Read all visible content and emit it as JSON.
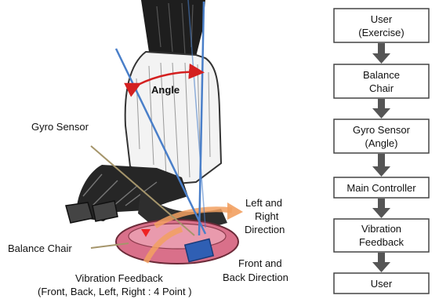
{
  "illustration": {
    "angle_label": "Angle",
    "gyro_label": "Gyro Sensor",
    "balance_chair_label": "Balance Chair",
    "lr_line1": "Left and",
    "lr_line2": "Right",
    "lr_line3": "Direction",
    "fb_line1": "Front and",
    "fb_line2": "Back Direction",
    "vib_line1": "Vibration Feedback",
    "vib_line2": "(Front, Back, Left, Right : 4 Point )",
    "colors": {
      "axis_line": "#4a7fc9",
      "angle_arrow": "#d42020",
      "direction_arrow": "#f2a060",
      "cushion": "#d9708a",
      "sensor_box": "#2f5fb4"
    }
  },
  "flowchart": {
    "boxes": [
      {
        "line1": "User",
        "line2": "(Exercise)"
      },
      {
        "line1": "Balance",
        "line2": "Chair"
      },
      {
        "line1": "Gyro Sensor",
        "line2": "(Angle)"
      },
      {
        "line1": "Main Controller",
        "line2": ""
      },
      {
        "line1": "Vibration",
        "line2": "Feedback"
      },
      {
        "line1": "User",
        "line2": ""
      }
    ],
    "arrow_color": "#555555"
  }
}
